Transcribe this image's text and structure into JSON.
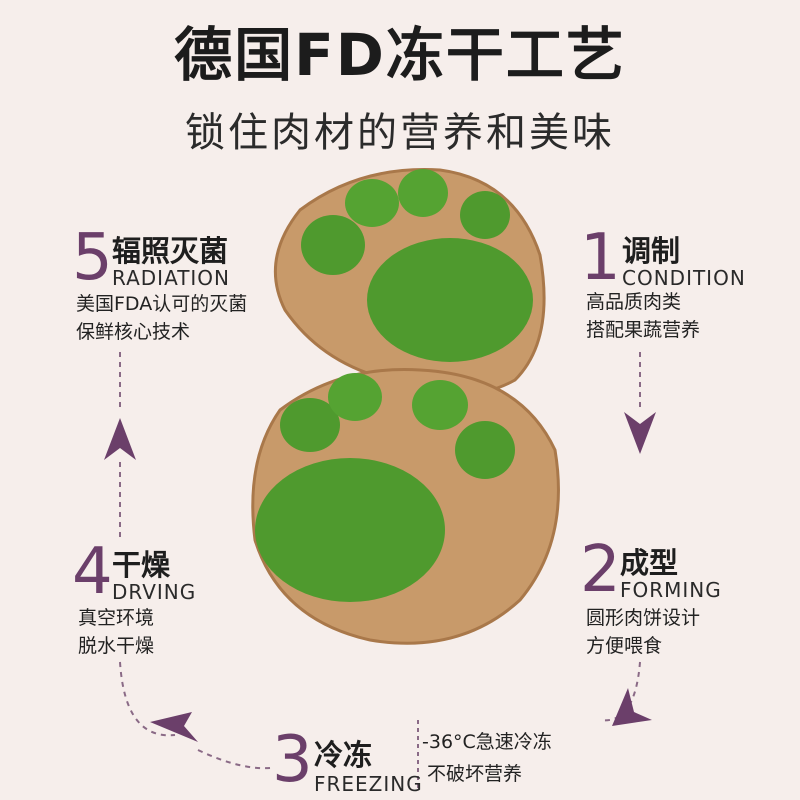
{
  "header": {
    "title": "德国FD冻干工艺",
    "subtitle": "锁住肉材的营养和美味"
  },
  "steps": [
    {
      "number": "1",
      "cn": "调制",
      "en": "CONDITION",
      "lines": [
        "高品质肉类",
        "搭配果蔬营养"
      ]
    },
    {
      "number": "2",
      "cn": "成型",
      "en": "FORMING",
      "lines": [
        "圆形肉饼设计",
        "方便喂食"
      ]
    },
    {
      "number": "3",
      "cn": "冷冻",
      "en": "FREEZING",
      "lines": [
        "-36°C急速冷冻",
        "不破坏营养"
      ]
    },
    {
      "number": "4",
      "cn": "干燥",
      "en": "DRVING",
      "lines": [
        "真空环境",
        "脱水干燥"
      ]
    },
    {
      "number": "5",
      "cn": "辐照灭菌",
      "en": "RADIATION",
      "lines": [
        "美国FDA认可的灭菌",
        "保鲜核心技术"
      ]
    }
  ],
  "colors": {
    "background": "#f6eeeb",
    "accent": "#6b3f6a",
    "paw_green": "#4f9a2e",
    "paw_tan": "#c89a6a"
  },
  "icons": {
    "arrow": "arrow-icon",
    "product": "paw-treat-image"
  }
}
